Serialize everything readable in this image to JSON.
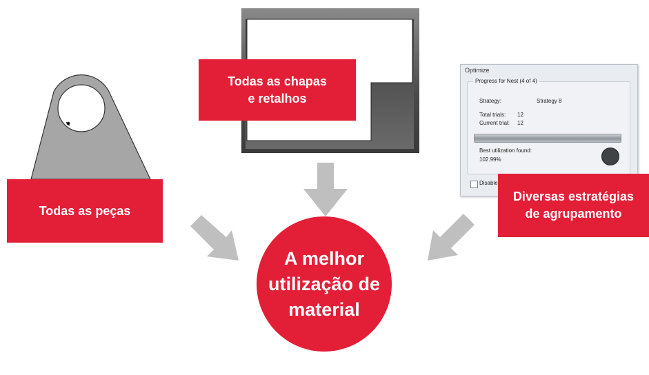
{
  "parts_label": {
    "line1": "Todas as peças"
  },
  "sheets_label": {
    "line1": "Todas as chapas",
    "line2": "e retalhos"
  },
  "strategies_label": {
    "line1": "Diversas estratégias",
    "line2": "de agrupamento"
  },
  "result": {
    "line1": "A melhor",
    "line2": "utilização de",
    "line3": "material"
  },
  "optimize_dialog": {
    "title": "Optimize",
    "group_title": "Progress for Nest (4 of 4)",
    "strategy_label": "Strategy:",
    "strategy_value": "Strategy 8",
    "total_trials_label": "Total trials:",
    "total_trials_value": "12",
    "current_trial_label": "Current trial:",
    "current_trial_value": "12",
    "progress_fraction": 1.0,
    "best_utilization_label": "Best utilization found:",
    "best_utilization_value": "102.99%",
    "disable_label": "Disable"
  },
  "colors": {
    "accent_red": "#e31e37",
    "arrow_gray": "#bfbfbf",
    "part_gray": "#a6a6a6",
    "sheet_dark": "#4a4a4a"
  },
  "icons": {
    "arrows": [
      "arrow-down-icon",
      "arrow-down-right-icon",
      "arrow-down-left-icon"
    ]
  }
}
